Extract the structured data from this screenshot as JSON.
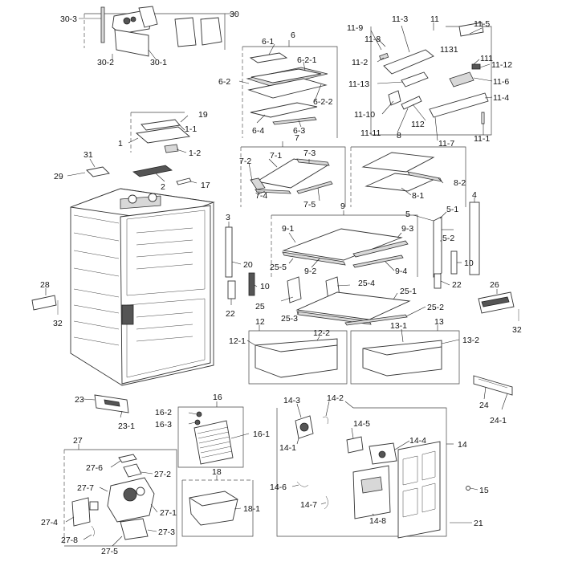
{
  "callouts": {
    "c30": "30",
    "c30_1": "30-1",
    "c30_2": "30-2",
    "c30_3": "30-3",
    "c6": "6",
    "c6_1": "6-1",
    "c6_2": "6-2",
    "c6_2_1": "6-2-1",
    "c6_2_2": "6-2-2",
    "c6_3": "6-3",
    "c6_4": "6-4",
    "c11": "11",
    "c11_1": "11-1",
    "c11_2": "11-2",
    "c11_3": "11-3",
    "c11_4": "11-4",
    "c11_5": "11-5",
    "c11_6": "11-6",
    "c11_7": "11-7",
    "c11_8": "11-8",
    "c11_9": "11-9",
    "c11_10": "11-10",
    "c11_11": "11-11",
    "c11_12": "11-12",
    "c11_13": "11-13",
    "c111": "111",
    "c112": "112",
    "c1131": "1131",
    "c19": "19",
    "c1": "1",
    "c1_1": "1-1",
    "c1_2": "1-2",
    "c7": "7",
    "c7_1": "7-1",
    "c7_2": "7-2",
    "c7_3": "7-3",
    "c7_4": "7-4",
    "c7_5": "7-5",
    "c8": "8",
    "c8_1": "8-1",
    "c8_2": "8-2",
    "c31": "31",
    "c29": "29",
    "c2": "2",
    "c17": "17",
    "c3": "3",
    "c20": "20",
    "c10a": "10",
    "c22a": "22",
    "c4": "4",
    "c5": "5",
    "c5_1": "5-1",
    "c5_2": "5-2",
    "c10b": "10",
    "c22b": "22",
    "c9": "9",
    "c9_1": "9-1",
    "c9_2": "9-2",
    "c9_3": "9-3",
    "c9_4": "9-4",
    "c25": "25",
    "c25_1": "25-1",
    "c25_2": "25-2",
    "c25_3": "25-3",
    "c25_4": "25-4",
    "c25_5": "25-5",
    "c26": "26",
    "c28": "28",
    "c32a": "32",
    "c32b": "32",
    "c12": "12",
    "c12_1": "12-1",
    "c12_2": "12-2",
    "c13": "13",
    "c13_1": "13-1",
    "c13_2": "13-2",
    "c23": "23",
    "c23_1": "23-1",
    "c24": "24",
    "c24_1": "24-1",
    "c16": "16",
    "c16_1": "16-1",
    "c16_2": "16-2",
    "c16_3": "16-3",
    "c14": "14",
    "c14_1": "14-1",
    "c14_2": "14-2",
    "c14_3": "14-3",
    "c14_4": "14-4",
    "c14_5": "14-5",
    "c14_6": "14-6",
    "c14_7": "14-7",
    "c14_8": "14-8",
    "c15": "15",
    "c21": "21",
    "c27": "27",
    "c27_1": "27-1",
    "c27_2": "27-2",
    "c27_3": "27-3",
    "c27_4": "27-4",
    "c27_5": "27-5",
    "c27_6": "27-6",
    "c27_7": "27-7",
    "c27_8": "27-8",
    "c18": "18",
    "c18_1": "18-1"
  }
}
